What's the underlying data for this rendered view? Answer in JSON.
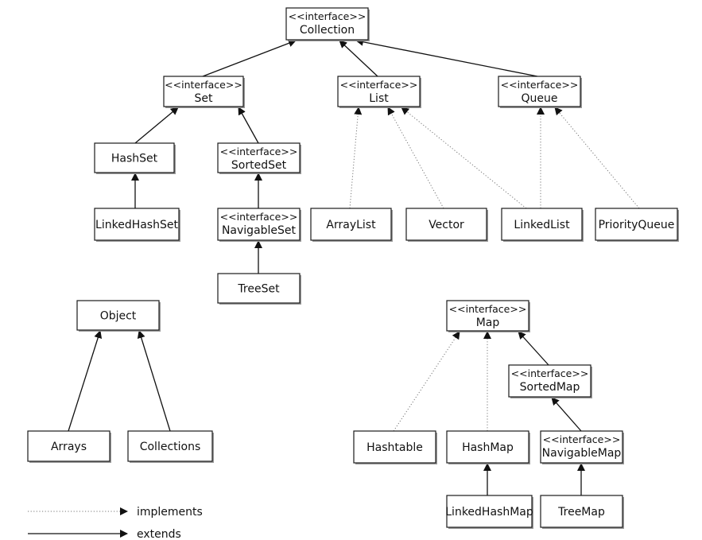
{
  "stereotype": "<<interface>>",
  "nodes": [
    {
      "id": "collection",
      "name": "Collection",
      "interface": true
    },
    {
      "id": "set",
      "name": "Set",
      "interface": true
    },
    {
      "id": "list",
      "name": "List",
      "interface": true
    },
    {
      "id": "queue",
      "name": "Queue",
      "interface": true
    },
    {
      "id": "hashset",
      "name": "HashSet",
      "interface": false
    },
    {
      "id": "sortedset",
      "name": "SortedSet",
      "interface": true
    },
    {
      "id": "linkedhashset",
      "name": "LinkedHashSet",
      "interface": false
    },
    {
      "id": "navigableset",
      "name": "NavigableSet",
      "interface": true
    },
    {
      "id": "treeset",
      "name": "TreeSet",
      "interface": false
    },
    {
      "id": "arraylist",
      "name": "ArrayList",
      "interface": false
    },
    {
      "id": "vector",
      "name": "Vector",
      "interface": false
    },
    {
      "id": "linkedlist",
      "name": "LinkedList",
      "interface": false
    },
    {
      "id": "priorityqueue",
      "name": "PriorityQueue",
      "interface": false
    },
    {
      "id": "object",
      "name": "Object",
      "interface": false
    },
    {
      "id": "arrays",
      "name": "Arrays",
      "interface": false
    },
    {
      "id": "collections",
      "name": "Collections",
      "interface": false
    },
    {
      "id": "map",
      "name": "Map",
      "interface": true
    },
    {
      "id": "sortedmap",
      "name": "SortedMap",
      "interface": true
    },
    {
      "id": "hashtable",
      "name": "Hashtable",
      "interface": false
    },
    {
      "id": "hashmap",
      "name": "HashMap",
      "interface": false
    },
    {
      "id": "navigablemap",
      "name": "NavigableMap",
      "interface": true
    },
    {
      "id": "linkedhashmap",
      "name": "LinkedHashMap",
      "interface": false
    },
    {
      "id": "treemap",
      "name": "TreeMap",
      "interface": false
    }
  ],
  "edges": [
    {
      "from": "set",
      "to": "collection",
      "kind": "extends"
    },
    {
      "from": "list",
      "to": "collection",
      "kind": "extends"
    },
    {
      "from": "queue",
      "to": "collection",
      "kind": "extends"
    },
    {
      "from": "hashset",
      "to": "set",
      "kind": "extends"
    },
    {
      "from": "sortedset",
      "to": "set",
      "kind": "extends"
    },
    {
      "from": "linkedhashset",
      "to": "hashset",
      "kind": "extends"
    },
    {
      "from": "navigableset",
      "to": "sortedset",
      "kind": "extends"
    },
    {
      "from": "treeset",
      "to": "navigableset",
      "kind": "extends"
    },
    {
      "from": "arraylist",
      "to": "list",
      "kind": "implements"
    },
    {
      "from": "vector",
      "to": "list",
      "kind": "implements"
    },
    {
      "from": "linkedlist",
      "to": "list",
      "kind": "implements"
    },
    {
      "from": "linkedlist",
      "to": "queue",
      "kind": "implements"
    },
    {
      "from": "priorityqueue",
      "to": "queue",
      "kind": "implements"
    },
    {
      "from": "arrays",
      "to": "object",
      "kind": "extends"
    },
    {
      "from": "collections",
      "to": "object",
      "kind": "extends"
    },
    {
      "from": "sortedmap",
      "to": "map",
      "kind": "extends"
    },
    {
      "from": "hashtable",
      "to": "map",
      "kind": "implements"
    },
    {
      "from": "hashmap",
      "to": "map",
      "kind": "implements"
    },
    {
      "from": "navigablemap",
      "to": "sortedmap",
      "kind": "extends"
    },
    {
      "from": "linkedhashmap",
      "to": "hashmap",
      "kind": "extends"
    },
    {
      "from": "treemap",
      "to": "navigablemap",
      "kind": "extends"
    }
  ],
  "legend": {
    "implements": "implements",
    "extends": "extends"
  }
}
